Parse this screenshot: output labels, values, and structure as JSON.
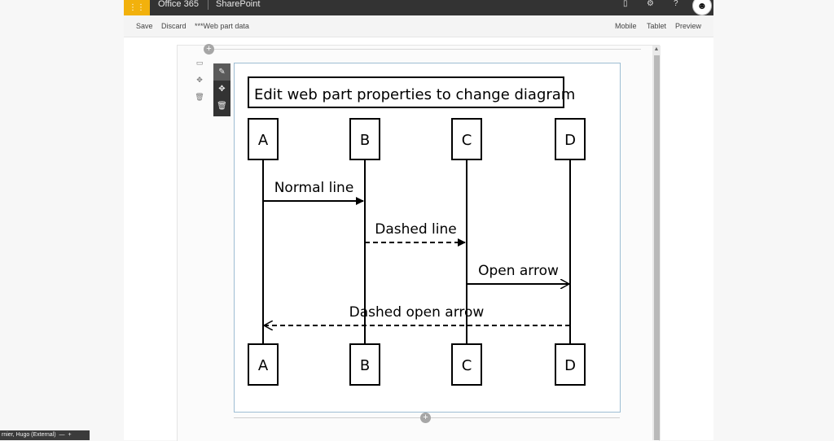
{
  "suitebar": {
    "waffle_icon": "waffle-icon",
    "product": "Office 365",
    "app": "SharePoint"
  },
  "commands": {
    "save": "Save",
    "discard": "Discard",
    "title": "***Web part data",
    "mobile": "Mobile",
    "tablet": "Tablet",
    "preview": "Preview"
  },
  "diagram": {
    "title": "Edit web part properties to change diagram",
    "participants": [
      "A",
      "B",
      "C",
      "D"
    ],
    "messages": [
      {
        "from": "A",
        "to": "B",
        "label": "Normal line",
        "style": "solid",
        "head": "filled"
      },
      {
        "from": "B",
        "to": "C",
        "label": "Dashed line",
        "style": "dashed",
        "head": "filled"
      },
      {
        "from": "C",
        "to": "D",
        "label": "Open arrow",
        "style": "solid",
        "head": "open"
      },
      {
        "from": "D",
        "to": "A",
        "label": "Dashed open arrow",
        "style": "dashed",
        "head": "open"
      }
    ]
  },
  "status": {
    "text": "rnier, Hugo (External)",
    "dash": "—",
    "plus": "+"
  }
}
